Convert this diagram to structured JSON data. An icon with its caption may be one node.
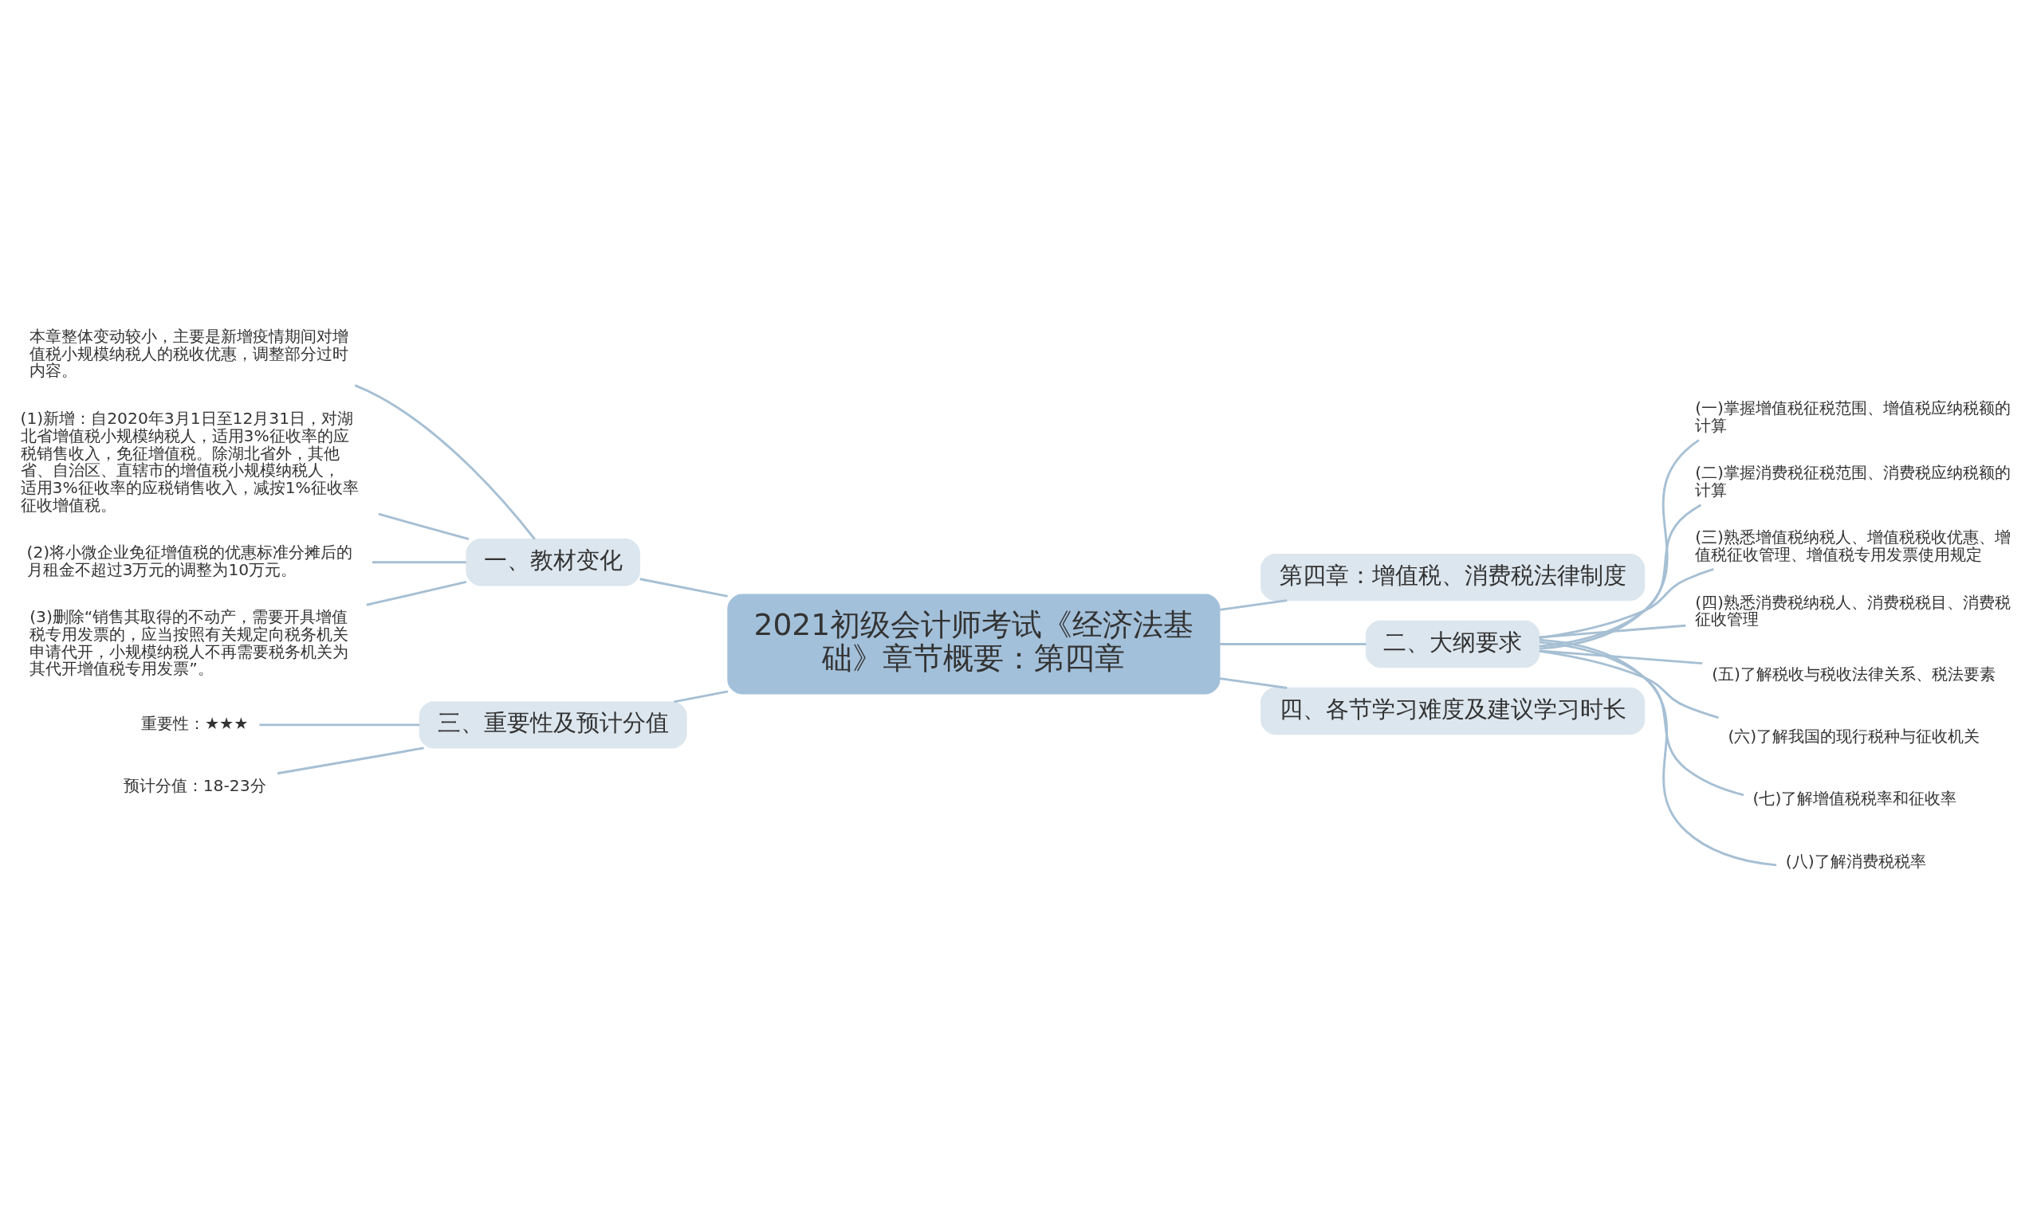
{
  "diagram": {
    "nodes": [
      {
        "text": [
          "2021初级会计师考试《经济法基础》章节概要：第四章"
        ]
      },
      {
        "text": [
          "一、教材变化"
        ]
      },
      {
        "text": [
          "本章整体变动较小，主要是新增疫情期间对增值税小规模纳税人的税收优惠，调整部分过时内容。"
        ]
      },
      {
        "text": [
          "(1)新增：自2020年3月1日至12月31日，对湖北省增值税小规模纳税人，适用3%征收率的应税销售收入，免征增值税。除湖北省外，其他省、自治区、直辖市的增值税小规模纳税人，适用3%征收率的应税销售收入，减按1%征收率征收增值税。"
        ]
      },
      {
        "text": [
          "(2)将小微企业免征增值税的优惠标准分摊后的月租金不超过3万元的调整为10万元。"
        ]
      },
      {
        "text": [
          "(3)删除“销售其取得的不动产，需要开具增值税专用发票的，应当按照有关规定向税务机关申请代开，小规模纳税人不再需要税务机关为其代开增值税专用发票”。"
        ]
      },
      {
        "text": [
          "三、重要性及预计分值"
        ]
      },
      {
        "text": [
          "重要性：★★★"
        ]
      },
      {
        "text": [
          "预计分值：18-23分"
        ]
      },
      {
        "text": [
          "第四章：增值税、消费税法律制度"
        ]
      },
      {
        "text": [
          "二、大纲要求"
        ]
      },
      {
        "text": [
          "(一)掌握增值税征税范围、增值税应纳税额的计算"
        ]
      },
      {
        "text": [
          "(二)掌握消费税征税范围、消费税应纳税额的计算"
        ]
      },
      {
        "text": [
          "(三)熟悉增值税纳税人、增值税税收优惠、增值税征收管理、增值税专用发票使用规定"
        ]
      },
      {
        "text": [
          "(四)熟悉消费税纳税人、消费税税目、消费税征收管理"
        ]
      },
      {
        "text": [
          "(五)了解税收与税收法律关系、税法要素"
        ]
      },
      {
        "text": [
          "(六)了解我国的现行税种与征收机关"
        ]
      },
      {
        "text": [
          "(七)了解增值税税率和征收率"
        ]
      },
      {
        "text": [
          "(八)了解消费税税率"
        ]
      },
      {
        "text": [
          "四、各节学习难度及建议学习时长"
        ]
      }
    ],
    "edges": [
      {
        "from": 0,
        "to": 1,
        "arrow": "none"
      },
      {
        "from": 1,
        "to": 2,
        "arrow": "none"
      },
      {
        "from": 1,
        "to": 3,
        "arrow": "none"
      },
      {
        "from": 1,
        "to": 4,
        "arrow": "none"
      },
      {
        "from": 1,
        "to": 5,
        "arrow": "none"
      },
      {
        "from": 0,
        "to": 6,
        "arrow": "none"
      },
      {
        "from": 6,
        "to": 7,
        "arrow": "none"
      },
      {
        "from": 6,
        "to": 8,
        "arrow": "none"
      },
      {
        "from": 0,
        "to": 9,
        "arrow": "none"
      },
      {
        "from": 0,
        "to": 10,
        "arrow": "none"
      },
      {
        "from": 10,
        "to": 11,
        "arrow": "none"
      },
      {
        "from": 10,
        "to": 12,
        "arrow": "none"
      },
      {
        "from": 10,
        "to": 13,
        "arrow": "none"
      },
      {
        "from": 10,
        "to": 14,
        "arrow": "none"
      },
      {
        "from": 10,
        "to": 15,
        "arrow": "none"
      },
      {
        "from": 10,
        "to": 16,
        "arrow": "none"
      },
      {
        "from": 10,
        "to": 17,
        "arrow": "none"
      },
      {
        "from": 10,
        "to": 18,
        "arrow": "none"
      },
      {
        "from": 0,
        "to": 19,
        "arrow": "none"
      }
    ]
  }
}
